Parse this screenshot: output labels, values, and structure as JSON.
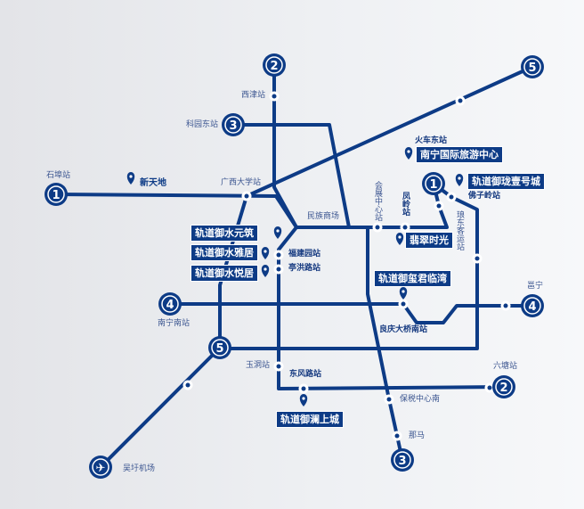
{
  "colors": {
    "line": "#0d3b86",
    "background": "#eceef1"
  },
  "terminals": {
    "l2_top": "②",
    "l3_left": "③",
    "l1_left": "①",
    "l1_right": "①",
    "l4_left": "④",
    "l4_right": "④",
    "l5_top": "⑤",
    "l5_mid": "⑤",
    "l2_right": "②",
    "l3_bottom": "③",
    "airport_icon": "airplane-icon"
  },
  "stations": {
    "xijin": "西津站",
    "keyuandong": "科园东站",
    "shibu": "石埠站",
    "guangxidaxue": "广西大学站",
    "minzu": "民族商场",
    "huizhan": "会展中心站",
    "fengling": "凤岭站",
    "langdong": "琅东客运站",
    "huochedong": "火车东站",
    "fuziling": "佛子岭站",
    "yongning": "邕宁",
    "nanningnan": "南宁南站",
    "liangqing": "良庆大桥南站",
    "yudong": "玉洞站",
    "dongfeng": "东风路站",
    "liutang": "六塘站",
    "baoshui": "保税中心南",
    "nama": "那马",
    "wuxu": "吴圩机场",
    "fujianyuan": "福建园站",
    "tinghong": "亭洪路站"
  },
  "projects": {
    "xintiandi": "新天地",
    "lvyou": "南宁国际旅游中心",
    "longyihao": "轨道御珑壹号城",
    "feicui": "翡翠时光",
    "xijun": "轨道御玺君临湾",
    "yuanzhu": "轨道御水元筑",
    "yaju": "轨道御水雅居",
    "yueju": "轨道御水悦居",
    "lanshang": "轨道御澜上城"
  }
}
